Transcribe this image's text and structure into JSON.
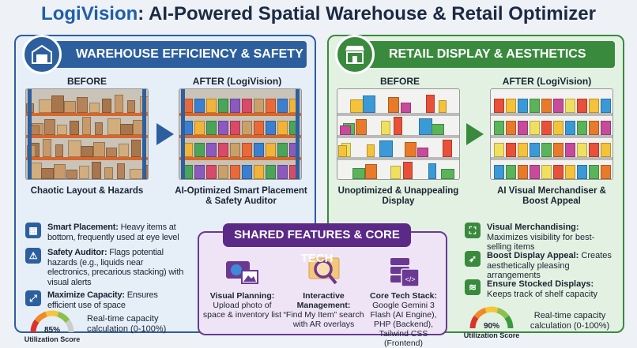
{
  "title": {
    "brand": "LogiVision",
    "rest": ": AI-Powered Spatial Warehouse & Retail Optimizer"
  },
  "warehouse": {
    "header": "WAREHOUSE EFFICIENCY & SAFETY",
    "icon": "warehouse-icon",
    "before_label": "BEFORE",
    "after_label": "AFTER (LogiVision)",
    "before_caption": "Chaotic Layout & Hazards",
    "after_caption": "AI-Optimized Smart Placement & Safety Auditor",
    "features": [
      {
        "icon": "warehouse-icon",
        "title": "Smart Placement:",
        "text": " Heavy items at bottom, frequently used at eye level"
      },
      {
        "icon": "warning-icon",
        "title": "Safety Auditor:",
        "text": " Flags potential hazards (e.g., liquids near electronics, precarious stacking) with visual alerts"
      },
      {
        "icon": "resize-icon",
        "title": "Maximize Capacity:",
        "text": " Ensures efficient use of space"
      }
    ],
    "gauge": {
      "value": 85,
      "label": "85%",
      "caption": "Utilization Score",
      "text": "Real-time capacity calculation (0-100%)"
    }
  },
  "retail": {
    "header": "RETAIL DISPLAY & AESTHETICS",
    "icon": "storefront-icon",
    "before_label": "BEFORE",
    "after_label": "AFTER (LogiVision)",
    "before_caption": "Unoptimized & Unappealing Display",
    "after_caption": "AI Visual Merchandiser & Boost Appeal",
    "features": [
      {
        "icon": "focus-icon",
        "title": "Visual Merchandising:",
        "text": " Maximizes visibility for best-selling items"
      },
      {
        "icon": "rocket-icon",
        "title": "Boost Display Appeal:",
        "text": " Creates aesthetically pleasing arrangements"
      },
      {
        "icon": "layers-icon",
        "title": "Ensure Stocked Displays:",
        "text": " Keeps track of shelf capacity"
      }
    ],
    "gauge": {
      "value": 90,
      "label": "90%",
      "caption": "Utilization Score",
      "text": "Real-time capacity calculation (0-100%)"
    }
  },
  "shared": {
    "header": "SHARED FEATURES & CORE TECH",
    "items": [
      {
        "icon": "camera-photo-icon",
        "title": "Visual Planning:",
        "text": "Upload photo of space & inventory list"
      },
      {
        "icon": "magnifier-icon",
        "title": "Interactive Management:",
        "text": "“Find My Item” search with AR overlays"
      },
      {
        "icon": "server-code-icon",
        "title": "Core Tech Stack:",
        "text": "Google Gemini 3 Flash (AI Engine), PHP (Backend), Tailwind CSS (Frontend)"
      }
    ]
  },
  "colors": {
    "blue": "#2d5f9e",
    "green": "#3a8a3e",
    "purple": "#5b2a86"
  }
}
